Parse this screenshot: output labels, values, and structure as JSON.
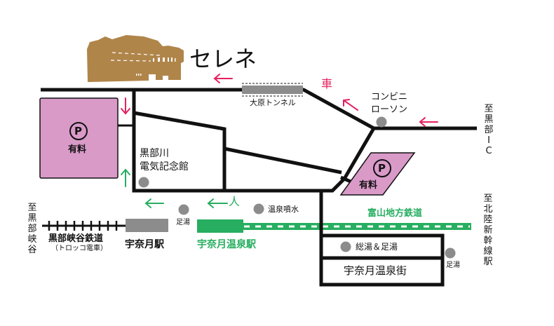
{
  "title": "セレネ",
  "colors": {
    "road": "#111111",
    "car_arrow": "#e4205f",
    "walk_arrow": "#27ae60",
    "parking": "#d99ac8",
    "building": "#b0854a",
    "landmark_dot": "#8c8c8c",
    "station_gray": "#8c8c8c",
    "station_green": "#27ae60",
    "railway_green": "#27ae60"
  },
  "legend": {
    "car": "車",
    "walk": "人"
  },
  "landmarks": {
    "tunnel": "大原トンネル",
    "convenience_store_line1": "コンビニ",
    "convenience_store_line2": "ローソン",
    "museum_line1": "黒部川",
    "museum_line2": "電気記念館",
    "fountain": "温泉噴水",
    "footbath_left": "足湯",
    "footbath_right": "足湯",
    "soyu": "総湯＆足湯",
    "onsen_town": "宇奈月温泉街"
  },
  "parking": [
    {
      "symbol": "P",
      "label": "有料"
    },
    {
      "symbol": "P",
      "label": "有料"
    }
  ],
  "stations": {
    "unazuki": "宇奈月駅",
    "unazuki_onsen": "宇奈月温泉駅"
  },
  "railways": {
    "kurobe_line1": "黒部峡谷鉄道",
    "kurobe_line2": "（トロッコ電車）",
    "toyama": "富山地方鉄道"
  },
  "destinations": {
    "kurobe_ic": [
      "至",
      "黒",
      "部",
      "I",
      "C"
    ],
    "kurobe_gorge": [
      "至",
      "黒",
      "部",
      "峡",
      "谷"
    ],
    "hokuriku_shinkansen": [
      "至",
      "北",
      "陸",
      "新",
      "幹",
      "線",
      "駅"
    ]
  }
}
